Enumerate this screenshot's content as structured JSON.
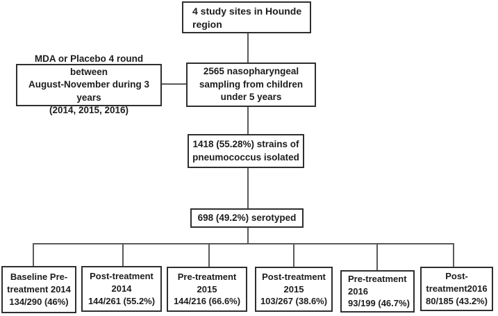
{
  "figure": {
    "background": "#ffffff",
    "border_color": "#2e2e2e",
    "line_color": "#595959",
    "text_color": "#1c1c1c"
  },
  "flowchart": {
    "top": {
      "text": "4 study sites in Hounde\nregion"
    },
    "mda": {
      "text": "MDA or Placebo 4 round between\nAugust-November during 3 years\n(2014, 2015, 2016)"
    },
    "sampling": {
      "text": "2565 nasopharyngeal\nsampling from children\nunder 5 years"
    },
    "strains": {
      "text": "1418 (55.28%) strains of\npneumococcus isolated"
    },
    "serotyped": {
      "text": "698 (49.2%) serotyped"
    },
    "outcomes": [
      {
        "text": "Baseline Pre-\ntreatment 2014\n134/290 (46%)"
      },
      {
        "text": "Post-treatment\n2014\n144/261 (55.2%)"
      },
      {
        "text": "Pre-treatment\n2015\n144/216 (66.6%)"
      },
      {
        "text": "Post-treatment\n2015\n103/267 (38.6%)"
      },
      {
        "text": "Pre-treatment\n2016\n93/199 (46.7%)"
      },
      {
        "text": "Post-\ntreatment2016\n80/185 (43.2%)"
      }
    ]
  }
}
